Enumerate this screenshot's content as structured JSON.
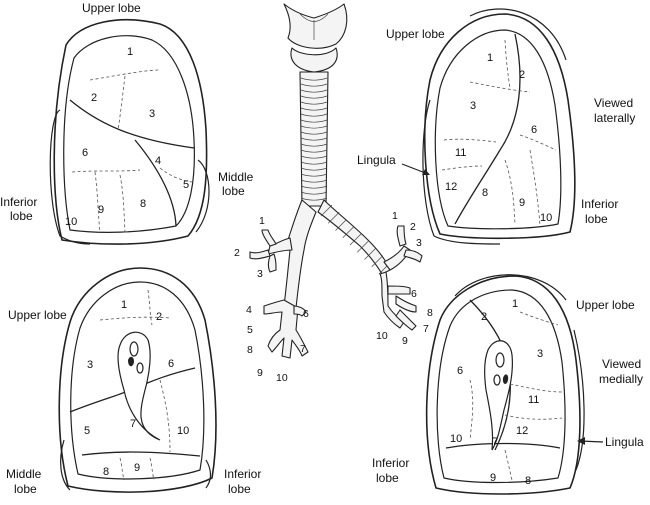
{
  "labels": {
    "tl_upper": "Upper lobe",
    "tl_middle_1": "Middle",
    "tl_middle_2": "lobe",
    "tl_inferior_1": "Inferior",
    "tl_inferior_2": "lobe",
    "tr_upper": "Upper lobe",
    "tr_viewed_1": "Viewed",
    "tr_viewed_2": "laterally",
    "tr_lingula": "Lingula",
    "tr_inferior_1": "Inferior",
    "tr_inferior_2": "lobe",
    "bl_upper": "Upper lobe",
    "bl_middle_1": "Middle",
    "bl_middle_2": "lobe",
    "bl_inferior_1": "Inferior",
    "bl_inferior_2": "lobe",
    "br_upper": "Upper lobe",
    "br_viewed_1": "Viewed",
    "br_viewed_2": "medially",
    "br_lingula": "Lingula",
    "br_inferior_1": "Inferior",
    "br_inferior_2": "lobe"
  },
  "segments": {
    "tl": [
      "1",
      "2",
      "3",
      "6",
      "4",
      "5",
      "8",
      "9",
      "10"
    ],
    "tr": [
      "1",
      "2",
      "3",
      "6",
      "11",
      "12",
      "8",
      "9",
      "10"
    ],
    "bl": [
      "1",
      "2",
      "3",
      "6",
      "5",
      "7",
      "10",
      "8",
      "9"
    ],
    "br": [
      "1",
      "2",
      "3",
      "6",
      "11",
      "10",
      "7",
      "12",
      "9",
      "8"
    ]
  },
  "bronchi": {
    "right": [
      "1",
      "2",
      "3",
      "4",
      "5",
      "8",
      "9",
      "10",
      "6",
      "7"
    ],
    "left": [
      "1",
      "2",
      "3",
      "6",
      "8",
      "7",
      "10",
      "9"
    ]
  }
}
